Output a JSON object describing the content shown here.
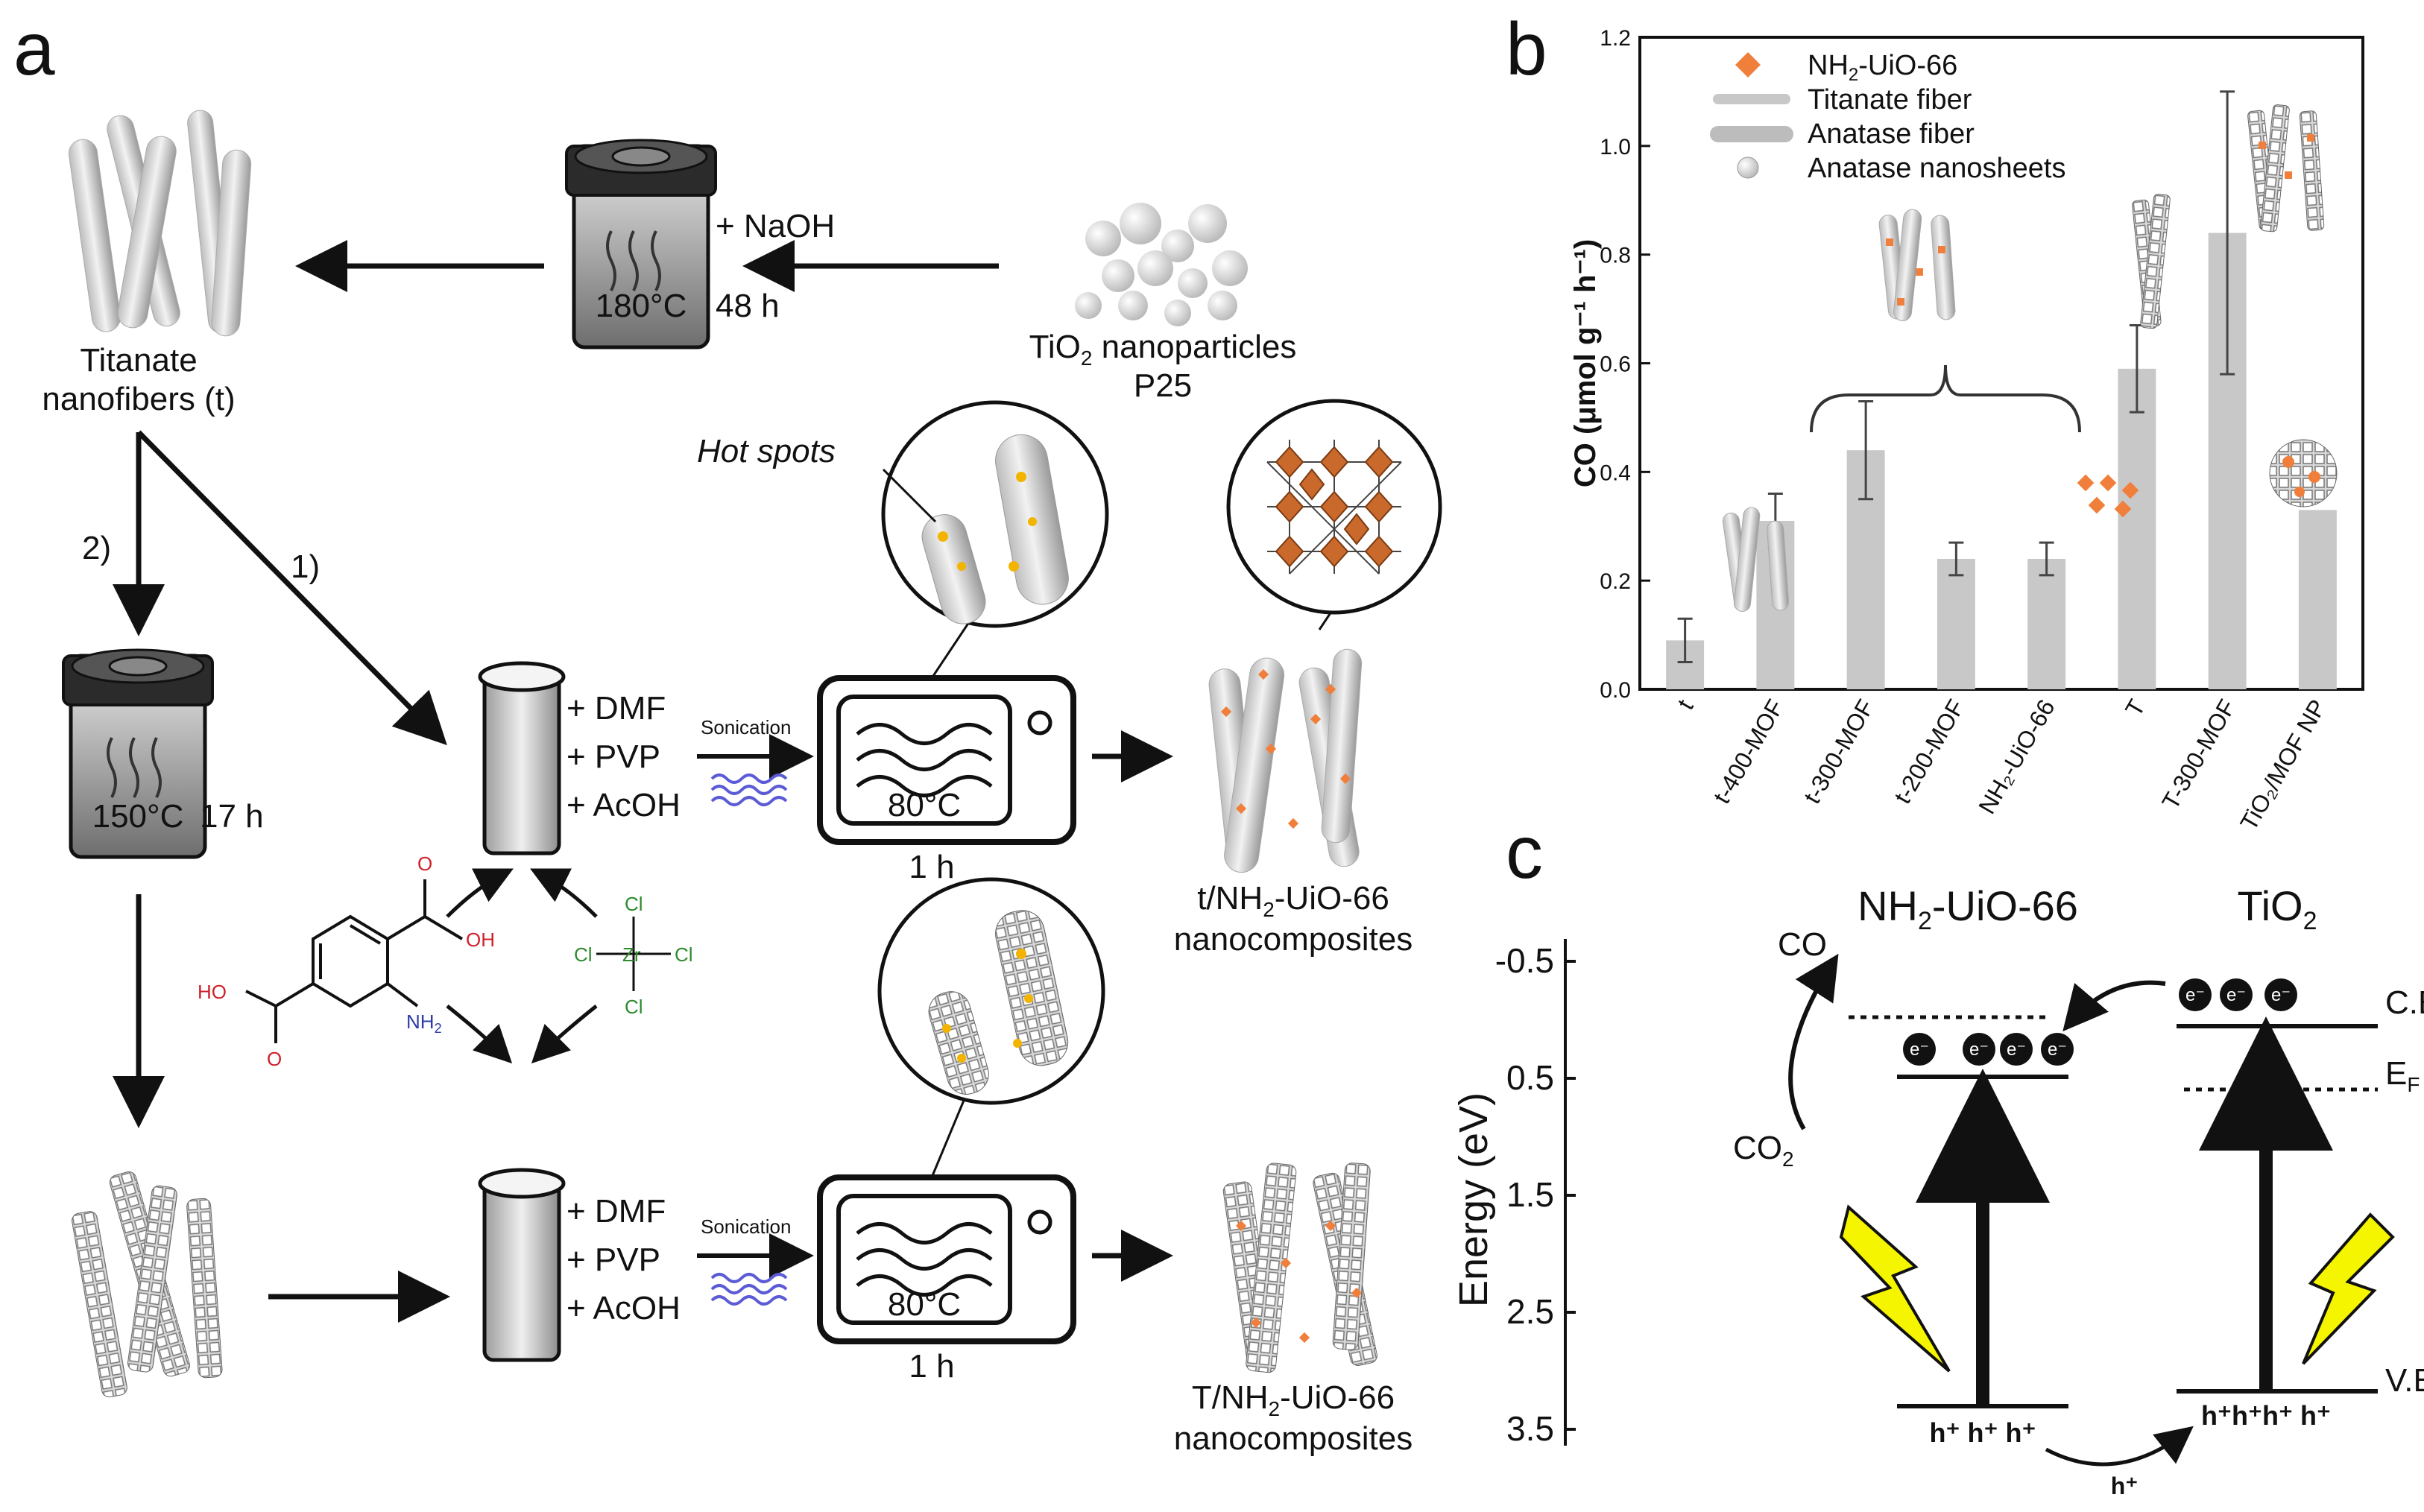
{
  "panel_a": {
    "label": "a",
    "titanate": {
      "line1": "Titanate",
      "line2": "nanofibers (t)"
    },
    "autoclave1": {
      "temp": "180°C",
      "time": "48 h",
      "reagent": "+ NaOH"
    },
    "tio2": {
      "line1_main": "TiO",
      "line1_sub": "2",
      "line1_rest": " nanoparticles",
      "line2": "P25"
    },
    "route1": "1)",
    "route2": "2)",
    "autoclave2": {
      "temp": "150°C",
      "time": "17 h"
    },
    "reagents": [
      "+ DMF",
      "+ PVP",
      "+ AcOH"
    ],
    "sonication": "Sonication",
    "oven_temp": "80°C",
    "oven_time": "1 h",
    "hot_spots": "Hot spots",
    "product1": {
      "line1_a": "t/NH",
      "line1_sub": "2",
      "line1_b": "-UiO-66",
      "line2": "nanocomposites"
    },
    "product2": {
      "line1_a": "T/NH",
      "line1_sub": "2",
      "line1_b": "-UiO-66",
      "line2": "nanocomposites"
    },
    "molecule_labels": {
      "oh_left": "HO",
      "oh_right": "OH",
      "o_top": "O",
      "o_bottom": "O",
      "nh2": "NH",
      "nh2_sub": "2",
      "zr": "Zr",
      "cl": "Cl"
    }
  },
  "panel_b": {
    "label": "b",
    "legend": [
      {
        "text_a": "NH",
        "text_sub": "2",
        "text_b": "-UiO-66",
        "marker": "orange-diamond"
      },
      {
        "text_a": "Titanate fiber",
        "text_sub": "",
        "text_b": "",
        "marker": "thin-cylinder"
      },
      {
        "text_a": "Anatase fiber",
        "text_sub": "",
        "text_b": "",
        "marker": "thick-cylinder"
      },
      {
        "text_a": "Anatase nanosheets",
        "text_sub": "",
        "text_b": "",
        "marker": "sphere"
      }
    ]
  },
  "chart_data": {
    "type": "bar",
    "ylabel": "CO (μmol g⁻¹ h⁻¹)",
    "ylim": [
      0,
      1.2
    ],
    "yticks": [
      "0.0",
      "0.2",
      "0.4",
      "0.6",
      "0.8",
      "1.0",
      "1.2"
    ],
    "categories": [
      "t",
      "t-400-MOF",
      "t-300-MOF",
      "t-200-MOF",
      "NH₂-UiO-66",
      "T",
      "T-300-MOF",
      "TiO₂/MOF NP"
    ],
    "values": [
      0.09,
      0.31,
      0.44,
      0.24,
      0.24,
      0.59,
      0.84,
      0.33
    ],
    "errors": [
      0.04,
      0.05,
      0.09,
      0.03,
      0.03,
      0.08,
      0.26,
      0
    ],
    "bar_color": "#c8c8c8"
  },
  "panel_c": {
    "label": "c",
    "ylabel": "Energy (eV)",
    "yticks": [
      "-0.5",
      "0.5",
      "1.5",
      "2.5",
      "3.5"
    ],
    "mof_title_a": "NH",
    "mof_title_sub": "2",
    "mof_title_b": "-UiO-66",
    "tio2_title_a": "TiO",
    "tio2_title_sub": "2",
    "co": "CO",
    "co2_a": "CO",
    "co2_sub": "2",
    "cb": "C.B",
    "vb": "V.B",
    "ef_a": "E",
    "ef_sub": "F",
    "electron": "e⁻",
    "mof_holes": "h⁺ h⁺ h⁺",
    "tio2_holes": "h⁺h⁺h⁺ h⁺",
    "transfer_hole": "h⁺"
  },
  "colors": {
    "orange": "#f07f3c",
    "gray_bar": "#c8c8c8",
    "lightning": "#f5f500",
    "zr_green": "#2e8b2e",
    "oxygen_red": "#d0202a",
    "nitrogen_blue": "#2a3ca8",
    "wave_blue": "#5b5bd6"
  }
}
